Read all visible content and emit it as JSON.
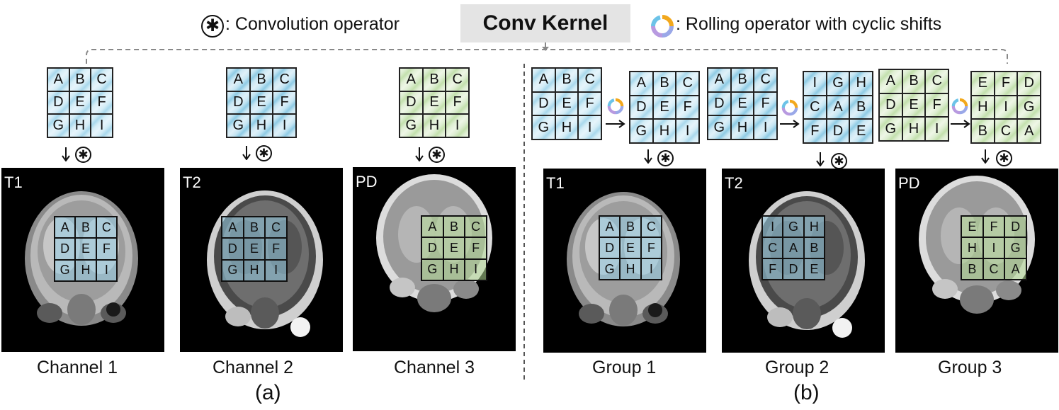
{
  "header": {
    "conv_legend": ": Convolution operator",
    "title": "Conv Kernel",
    "roll_legend": ": Rolling operator with cyclic shifts"
  },
  "kernel_original": [
    "A",
    "B",
    "C",
    "D",
    "E",
    "F",
    "G",
    "H",
    "I"
  ],
  "kernel_shift_group2": [
    "I",
    "G",
    "H",
    "C",
    "A",
    "B",
    "F",
    "D",
    "E"
  ],
  "kernel_shift_group3": [
    "E",
    "F",
    "D",
    "H",
    "I",
    "G",
    "B",
    "C",
    "A"
  ],
  "panels": {
    "a": {
      "label": "(a)",
      "items": [
        {
          "image_label": "T1",
          "caption": "Channel 1"
        },
        {
          "image_label": "T2",
          "caption": "Channel 2"
        },
        {
          "image_label": "PD",
          "caption": "Channel 3"
        }
      ]
    },
    "b": {
      "label": "(b)",
      "items": [
        {
          "image_label": "T1",
          "caption": "Group 1"
        },
        {
          "image_label": "T2",
          "caption": "Group 2"
        },
        {
          "image_label": "PD",
          "caption": "Group 3"
        }
      ]
    }
  },
  "symbols": {
    "conv": "✱",
    "conv_icon": "asterisk-circle-icon",
    "roll_icon": "cyclic-rotation-icon"
  },
  "colors": {
    "blue_kernel": "#a9d8ec",
    "green_kernel": "#c3e0ad",
    "title_bg": "#e4e4e4",
    "dashed_line": "#888888"
  }
}
